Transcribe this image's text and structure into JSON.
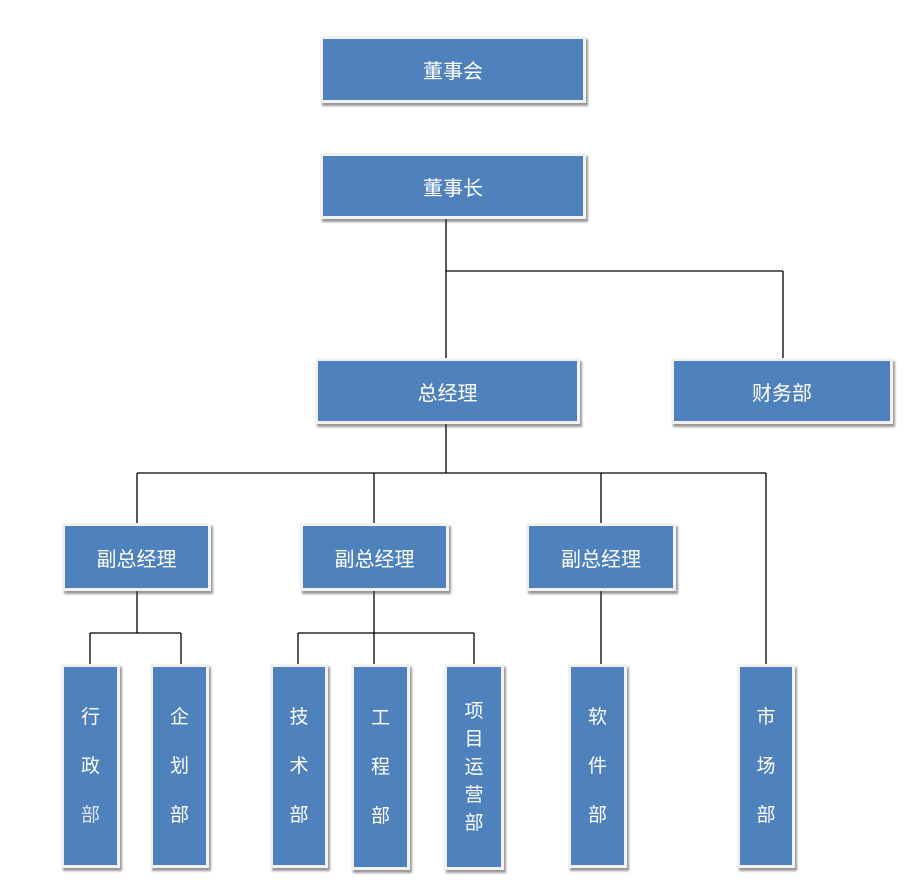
{
  "colors": {
    "box_fill": "#4f81bd",
    "box_border": "#f2f2f2",
    "line": "#000000"
  },
  "nodes": {
    "board": "董事会",
    "chairman": "董事长",
    "general_manager": "总经理",
    "finance": "财务部",
    "vgm_1": "副总经理",
    "vgm_2": "副总经理",
    "vgm_3": "副总经理",
    "admin": [
      "行",
      "政",
      "部"
    ],
    "planning": [
      "企",
      "划",
      "部"
    ],
    "technology": [
      "技",
      "术",
      "部"
    ],
    "engineering": [
      "工",
      "程",
      "部"
    ],
    "project_ops": [
      "项",
      "目",
      "运",
      "营",
      "部"
    ],
    "software": [
      "软",
      "件",
      "部"
    ],
    "market": [
      "市",
      "场",
      "部"
    ]
  }
}
